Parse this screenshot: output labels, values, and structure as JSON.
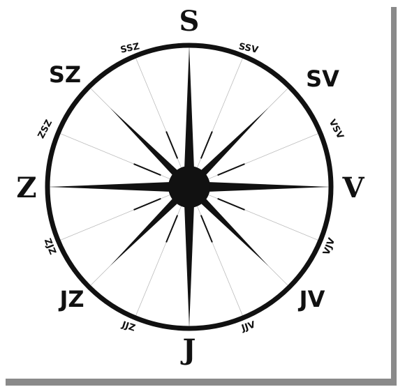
{
  "compass": {
    "main": {
      "north": "S",
      "east": "V",
      "south": "J",
      "west": "Z"
    },
    "intercardinal": {
      "ne": "SV",
      "se": "JV",
      "sw": "JZ",
      "nw": "SZ"
    },
    "minor": {
      "nne": "SSV",
      "ene": "VSV",
      "ese": "VJV",
      "sse": "JJV",
      "ssw": "JJZ",
      "wsw": "ZJZ",
      "wnw": "ZSZ",
      "nnw": "SSZ"
    }
  },
  "colors": {
    "ink": "#111111",
    "paper": "#ffffff",
    "shadow": "#8a8a8a",
    "guide": "#bdbdbd"
  }
}
